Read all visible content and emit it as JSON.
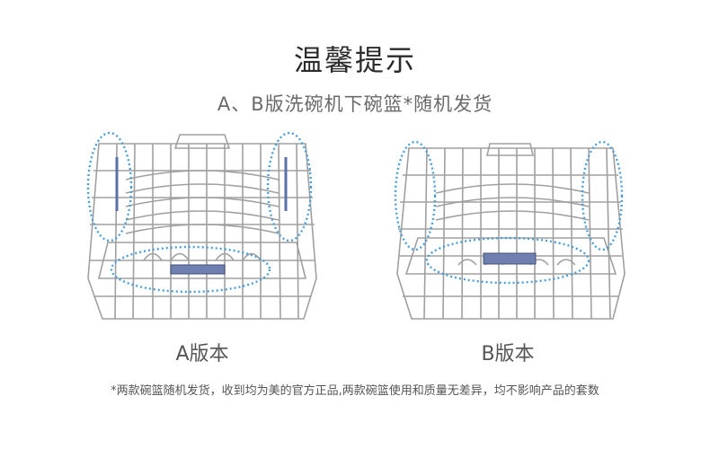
{
  "title": "温馨提示",
  "subtitle": "A、B版洗碗机下碗篮*随机发货",
  "versions": [
    {
      "label": "A版本"
    },
    {
      "label": "B版本"
    }
  ],
  "footnote": "*两款碗篮随机发货，收到均为美的官方正品,两款碗篮使用和质量无差异，均不影响产品的套数",
  "colors": {
    "wire": "#9a9a9a",
    "highlight": "#4a9fd8",
    "handle": "#5b6fa8",
    "text_dark": "#2b2b2b",
    "text_mid": "#6a6a6a"
  }
}
